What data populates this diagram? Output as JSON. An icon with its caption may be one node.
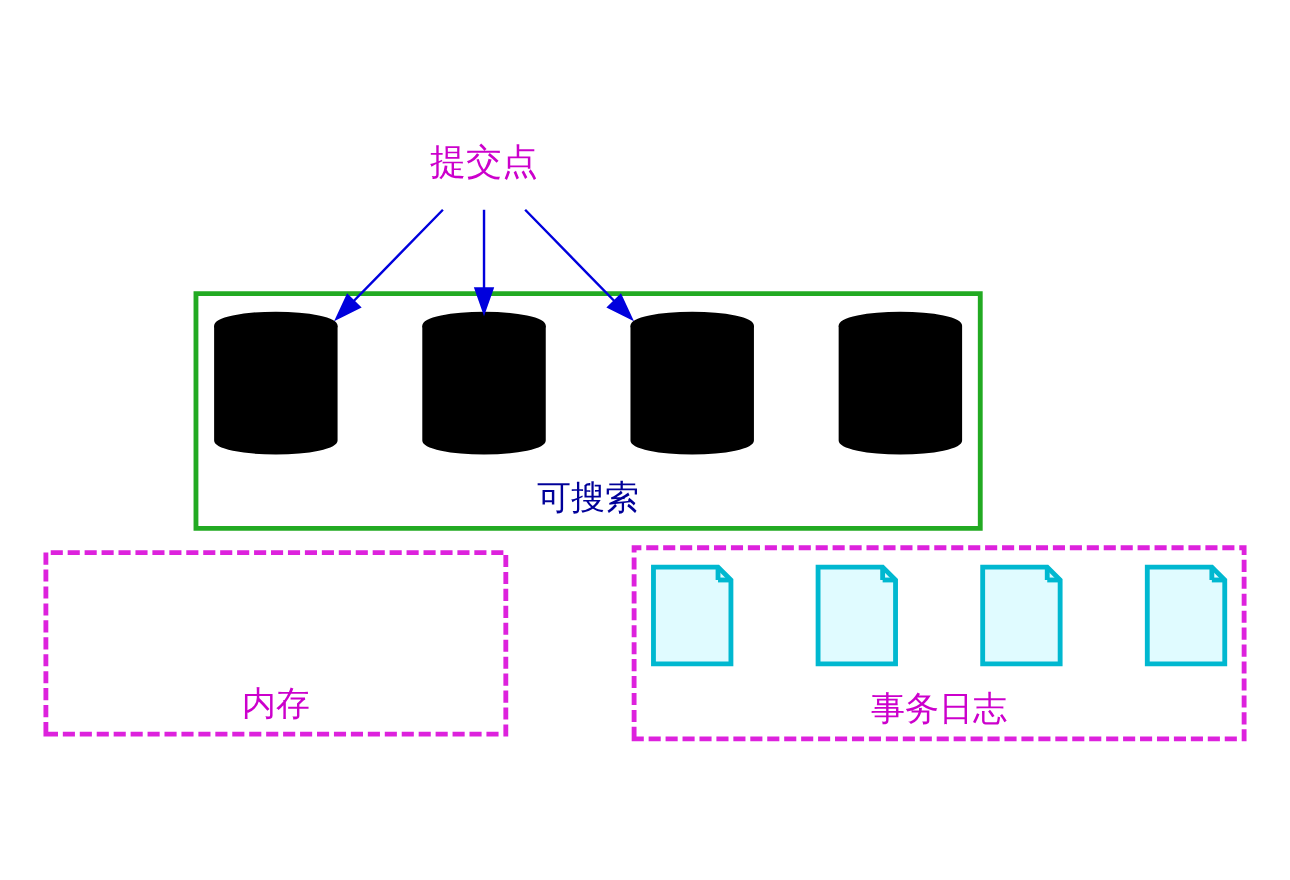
{
  "diagram": {
    "nodes": [
      {
        "text": [
          "提交点"
        ]
      },
      {
        "text": [
          "可搜索"
        ]
      },
      {
        "text": [],
        "shape": "cylinder",
        "in": 1
      },
      {
        "text": [],
        "shape": "cylinder",
        "in": 1
      },
      {
        "text": [],
        "shape": "cylinder",
        "in": 1
      },
      {
        "text": [],
        "shape": "cylinder",
        "in": 1
      },
      {
        "text": [
          "内存"
        ]
      },
      {
        "text": [
          "事务日志"
        ]
      },
      {
        "text": [],
        "shape": "document",
        "in": 7
      },
      {
        "text": [],
        "shape": "document",
        "in": 7
      },
      {
        "text": [],
        "shape": "document",
        "in": 7
      },
      {
        "text": [],
        "shape": "document",
        "in": 7
      }
    ],
    "edges": [
      {
        "from": 0,
        "to": 2,
        "arrow": "to",
        "color": "#0000dd"
      },
      {
        "from": 0,
        "to": 3,
        "arrow": "to",
        "color": "#0000dd"
      },
      {
        "from": 0,
        "to": 4,
        "arrow": "to",
        "color": "#0000dd"
      }
    ]
  }
}
